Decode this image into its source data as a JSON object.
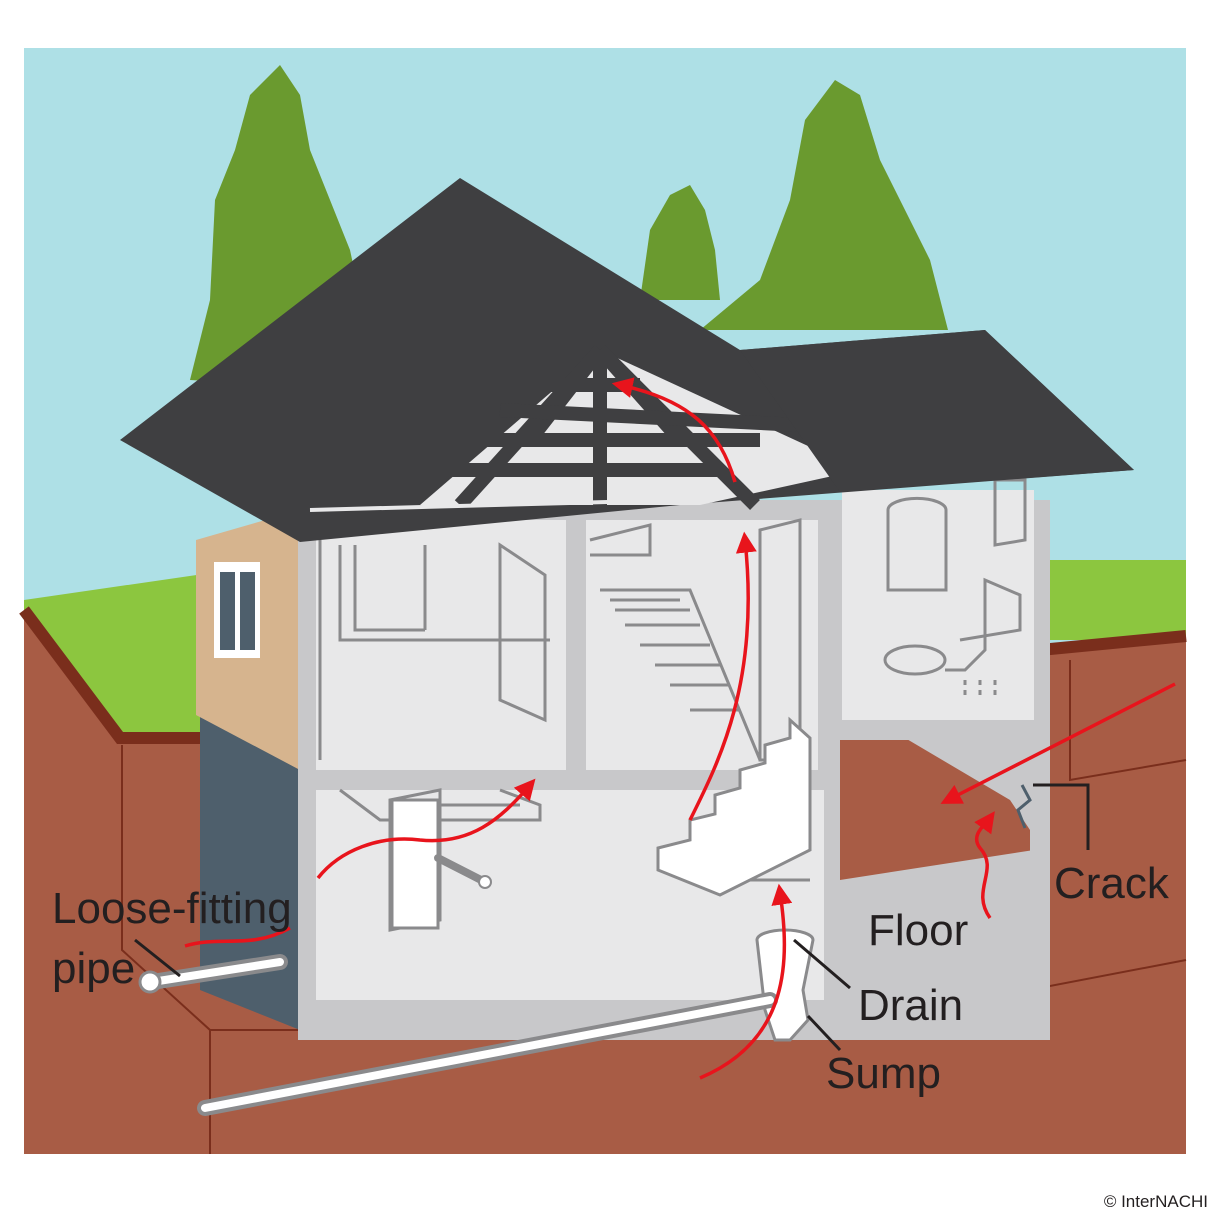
{
  "labels": {
    "loose_fitting_line1": "Loose-fitting",
    "loose_fitting_line2": "pipe",
    "floor": "Floor",
    "drain": "Drain",
    "sump": "Sump",
    "crack": "Crack"
  },
  "credit": "© InterNACHI",
  "colors": {
    "sky": "#aee0e6",
    "grass": "#8cc63f",
    "trees": "#6a9a2f",
    "soil": "#a85c45",
    "soil_edge": "#7a2e1c",
    "roof": "#3f3f41",
    "wall_frame": "#c8c8ca",
    "room": "#e8e8e9",
    "siding": "#d6b48e",
    "foundation": "#4e5f6c",
    "radon_arrow": "#e8141c"
  }
}
